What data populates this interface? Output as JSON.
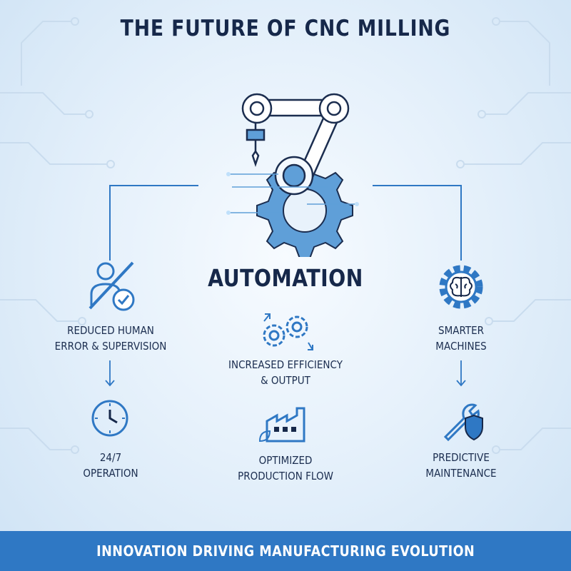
{
  "title": "THE FUTURE OF CNC MILLING",
  "center": {
    "label": "AUTOMATION"
  },
  "left": {
    "top_line1": "REDUCED HUMAN",
    "top_line2": "ERROR & SUPERVISION",
    "bottom_line1": "24/7",
    "bottom_line2": "OPERATION"
  },
  "middle": {
    "top_line1": "INCREASED EFFICIENCY",
    "top_line2": "& OUTPUT",
    "bottom_line1": "OPTIMIZED",
    "bottom_line2": "PRODUCTION FLOW"
  },
  "right": {
    "top_line1": "SMARTER",
    "top_line2": "MACHINES",
    "bottom_line1": "PREDICTIVE",
    "bottom_line2": "MAINTENANCE"
  },
  "footer": {
    "text": "INNOVATION DRIVING MANUFACTURING EVOLUTION"
  },
  "icons": [
    "robot-arm-icon",
    "gear-icon",
    "user-crossed-icon",
    "check-icon",
    "gears-arrows-icon",
    "brain-gear-icon",
    "clock-icon",
    "factory-icon",
    "wrench-shield-icon",
    "down-arrow-icon"
  ],
  "colors": {
    "accent": "#2f78c4",
    "dark": "#16284a",
    "light": "#cfe3f5"
  }
}
